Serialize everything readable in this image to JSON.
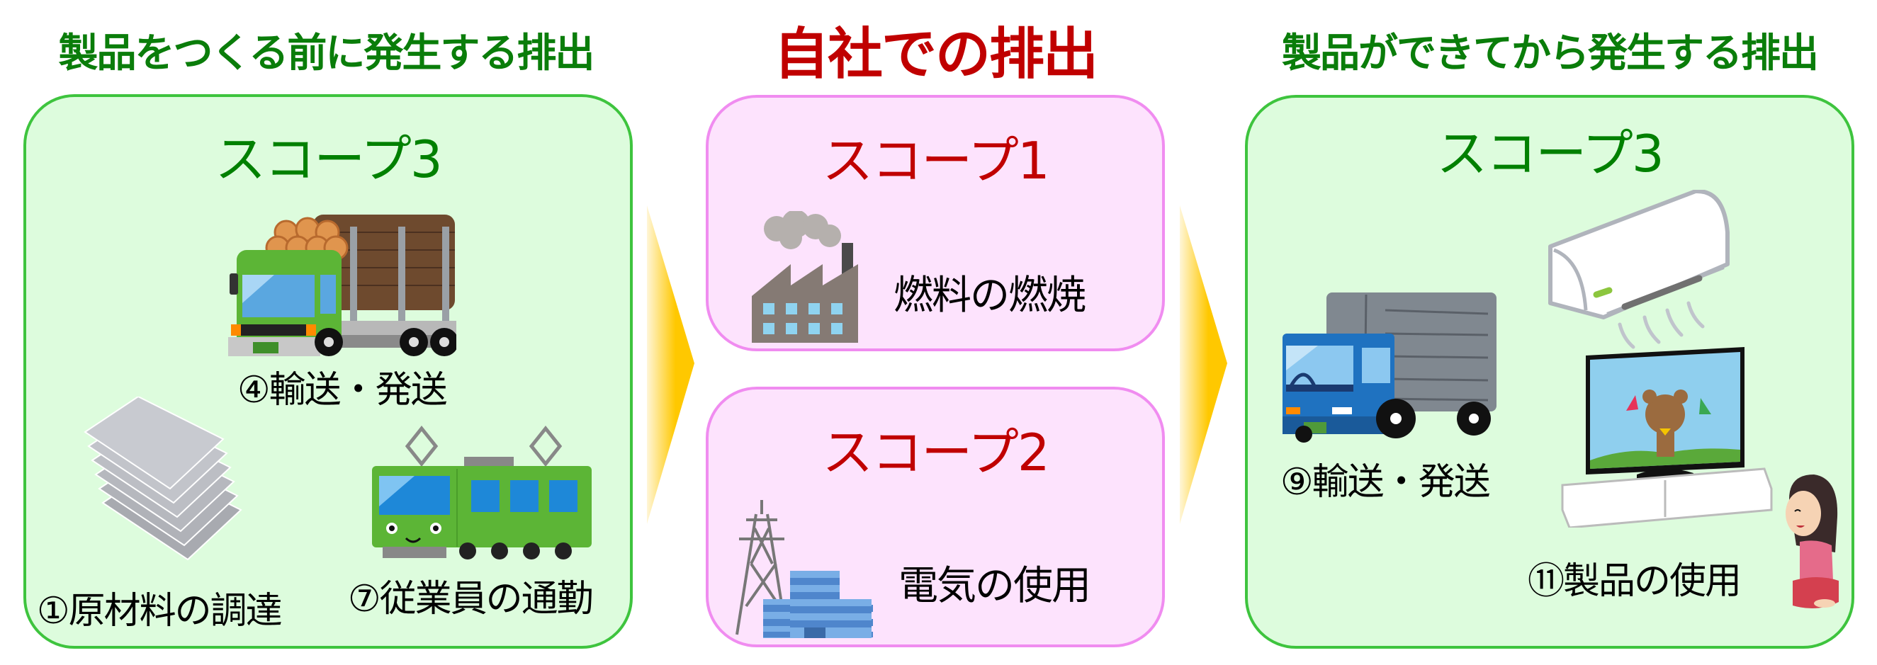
{
  "headings": {
    "upstream": "製品をつくる前に発生する排出",
    "own": "自社での排出",
    "downstream": "製品ができてから発生する排出"
  },
  "panels": {
    "upstream": {
      "title": "スコープ3",
      "items": [
        {
          "label": "④輸送・発送",
          "icon": "log-truck-icon"
        },
        {
          "label": "①原材料の調達",
          "icon": "raw-material-sheets-icon"
        },
        {
          "label": "⑦従業員の通勤",
          "icon": "train-icon"
        }
      ]
    },
    "scope1": {
      "title": "スコープ1",
      "items": [
        {
          "label": "燃料の燃焼",
          "icon": "factory-icon"
        }
      ]
    },
    "scope2": {
      "title": "スコープ2",
      "items": [
        {
          "label": "電気の使用",
          "icon": "power-tower-building-icon"
        }
      ]
    },
    "downstream": {
      "title": "スコープ3",
      "items": [
        {
          "label": "⑨輸送・発送",
          "icon": "delivery-truck-icon"
        },
        {
          "label": "⑪製品の使用",
          "icon": "tv-aircon-user-icon"
        }
      ]
    }
  },
  "colors": {
    "upstream_heading": "#0a7d0a",
    "own_heading": "#c00000",
    "green_panel_fill": "#ddfcdd",
    "green_panel_border": "#3ec43e",
    "pink_panel_fill": "#fde3fd",
    "pink_panel_border": "#f08cf0",
    "arrow": "#ffc800"
  }
}
